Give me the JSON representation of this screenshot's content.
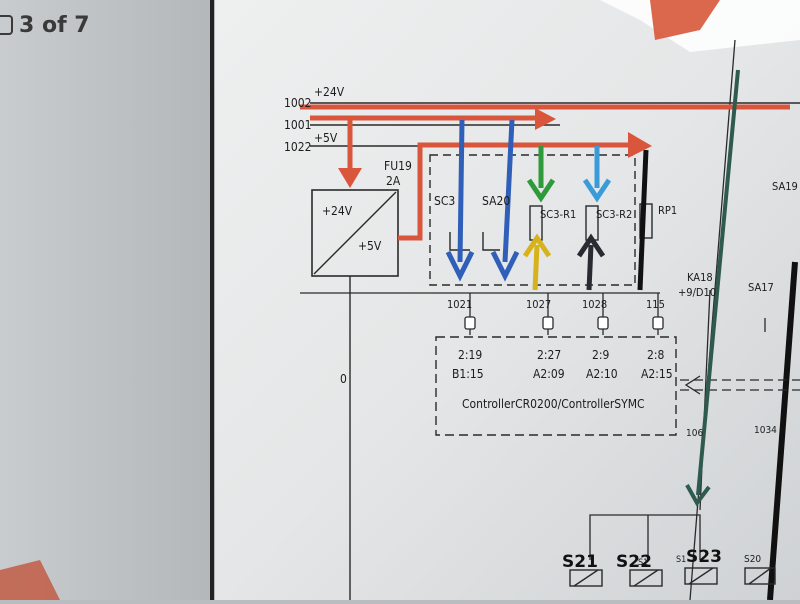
{
  "viewer": {
    "page_counter": "3 of 7"
  },
  "diagram": {
    "supply_rails": [
      {
        "wire": "1002",
        "voltage": "+24V"
      },
      {
        "wire": "1001",
        "voltage": ""
      },
      {
        "wire": "1022",
        "voltage": "+5V"
      }
    ],
    "converter": {
      "input_label": "+24V",
      "output_label": "+5V"
    },
    "fuse": {
      "name": "FU19",
      "rating": "2A"
    },
    "components": {
      "sc3": "SC3",
      "sa20": "SA20",
      "sc3_r1": "SC3-R1",
      "sc3_r2": "SC3-R2",
      "rp1": "RP1",
      "ka18": "KA18",
      "ka18_ref": "+9/D10",
      "sa17": "SA17",
      "sa19": "SA19"
    },
    "wires": {
      "w1021": "1021",
      "w1027": "1027",
      "w1028": "1028",
      "w115": "115",
      "w106": "106",
      "w1034": "1034",
      "w0": "0"
    },
    "controller": {
      "label": "ControllerCR0200/ControllerSYMC",
      "pins": [
        {
          "pin": "2:19",
          "port": "B1:15"
        },
        {
          "pin": "2:27",
          "port": "A2:09"
        },
        {
          "pin": "2:9",
          "port": "A2:10"
        },
        {
          "pin": "2:8",
          "port": "A2:15"
        }
      ]
    },
    "valves": [
      "S21",
      "S22",
      "S23"
    ],
    "valve_small_labels": [
      "S1",
      "S1",
      "S20"
    ],
    "annotation_colors": {
      "red": "#d9553c",
      "blue": "#2f5fb8",
      "green": "#2e9a3a",
      "yellow": "#d6b21c",
      "light_blue": "#3a9bd9",
      "black": "#2a2a33",
      "teal": "#2f5a4e"
    }
  }
}
